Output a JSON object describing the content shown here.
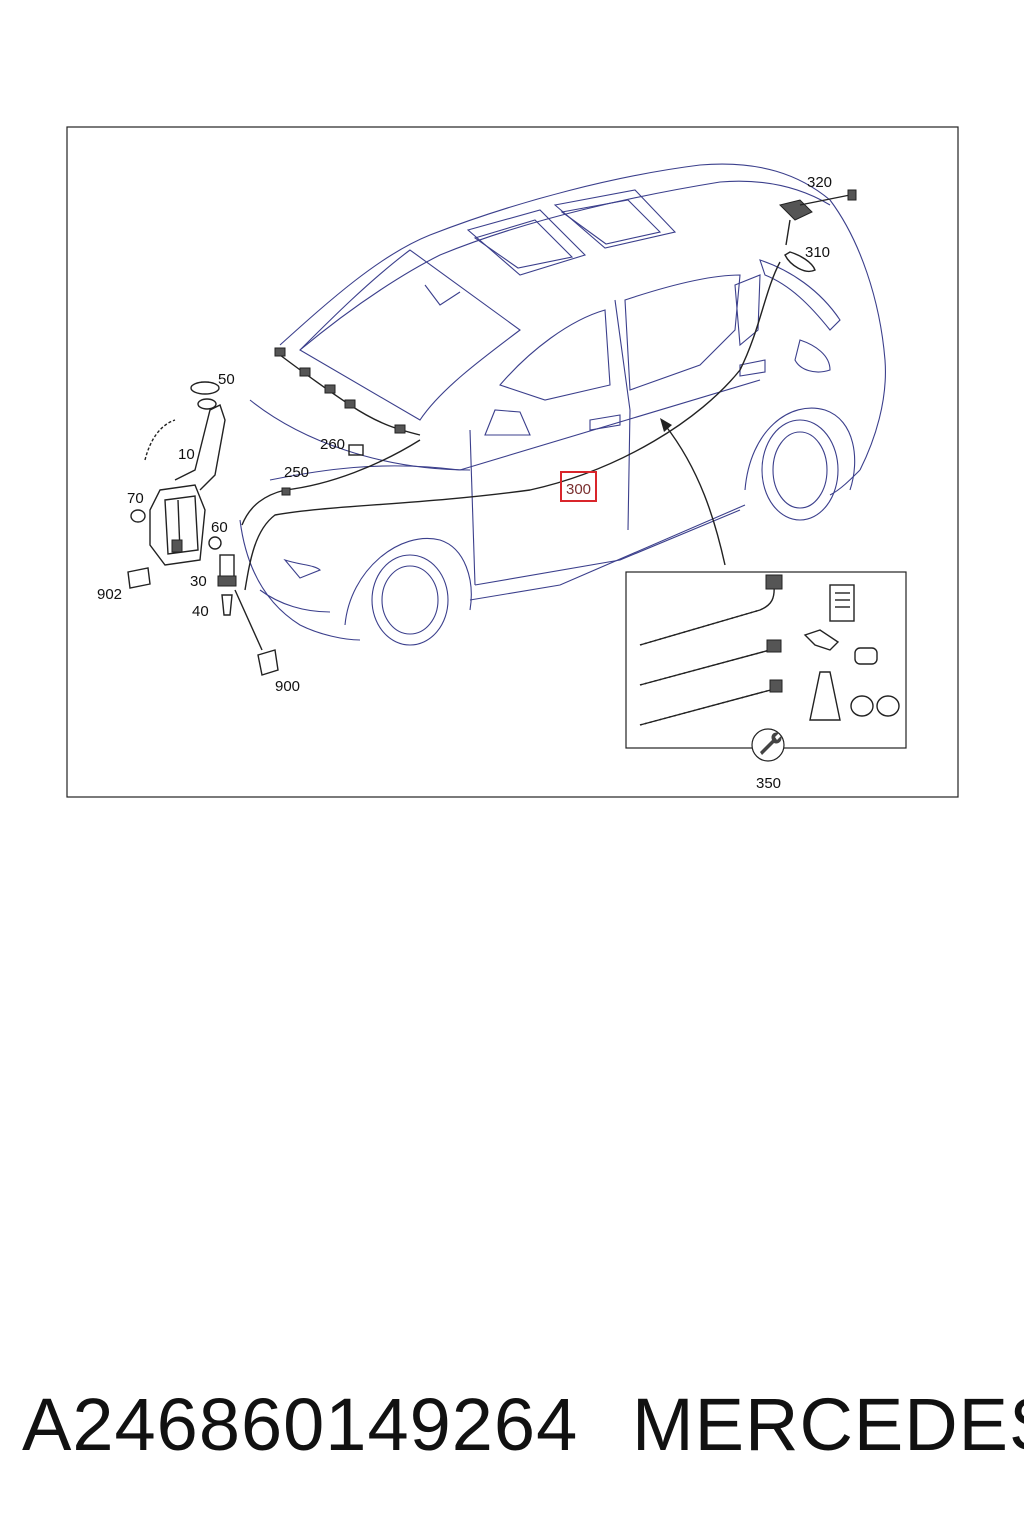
{
  "diagram": {
    "callouts": [
      {
        "id": "callout-10",
        "text": "10"
      },
      {
        "id": "callout-30",
        "text": "30"
      },
      {
        "id": "callout-40",
        "text": "40"
      },
      {
        "id": "callout-50",
        "text": "50"
      },
      {
        "id": "callout-60",
        "text": "60"
      },
      {
        "id": "callout-70",
        "text": "70"
      },
      {
        "id": "callout-250",
        "text": "250"
      },
      {
        "id": "callout-260",
        "text": "260"
      },
      {
        "id": "callout-300",
        "text": "300"
      },
      {
        "id": "callout-310",
        "text": "310"
      },
      {
        "id": "callout-320",
        "text": "320"
      },
      {
        "id": "callout-350",
        "text": "350"
      },
      {
        "id": "callout-900",
        "text": "900"
      },
      {
        "id": "callout-902",
        "text": "902"
      }
    ],
    "highlighted_callout": "300",
    "highlight_color": "#d9252b",
    "line_color": "#3b3f8c"
  },
  "footer": {
    "part_number": "A246860149264",
    "brand": "MERCEDES"
  }
}
